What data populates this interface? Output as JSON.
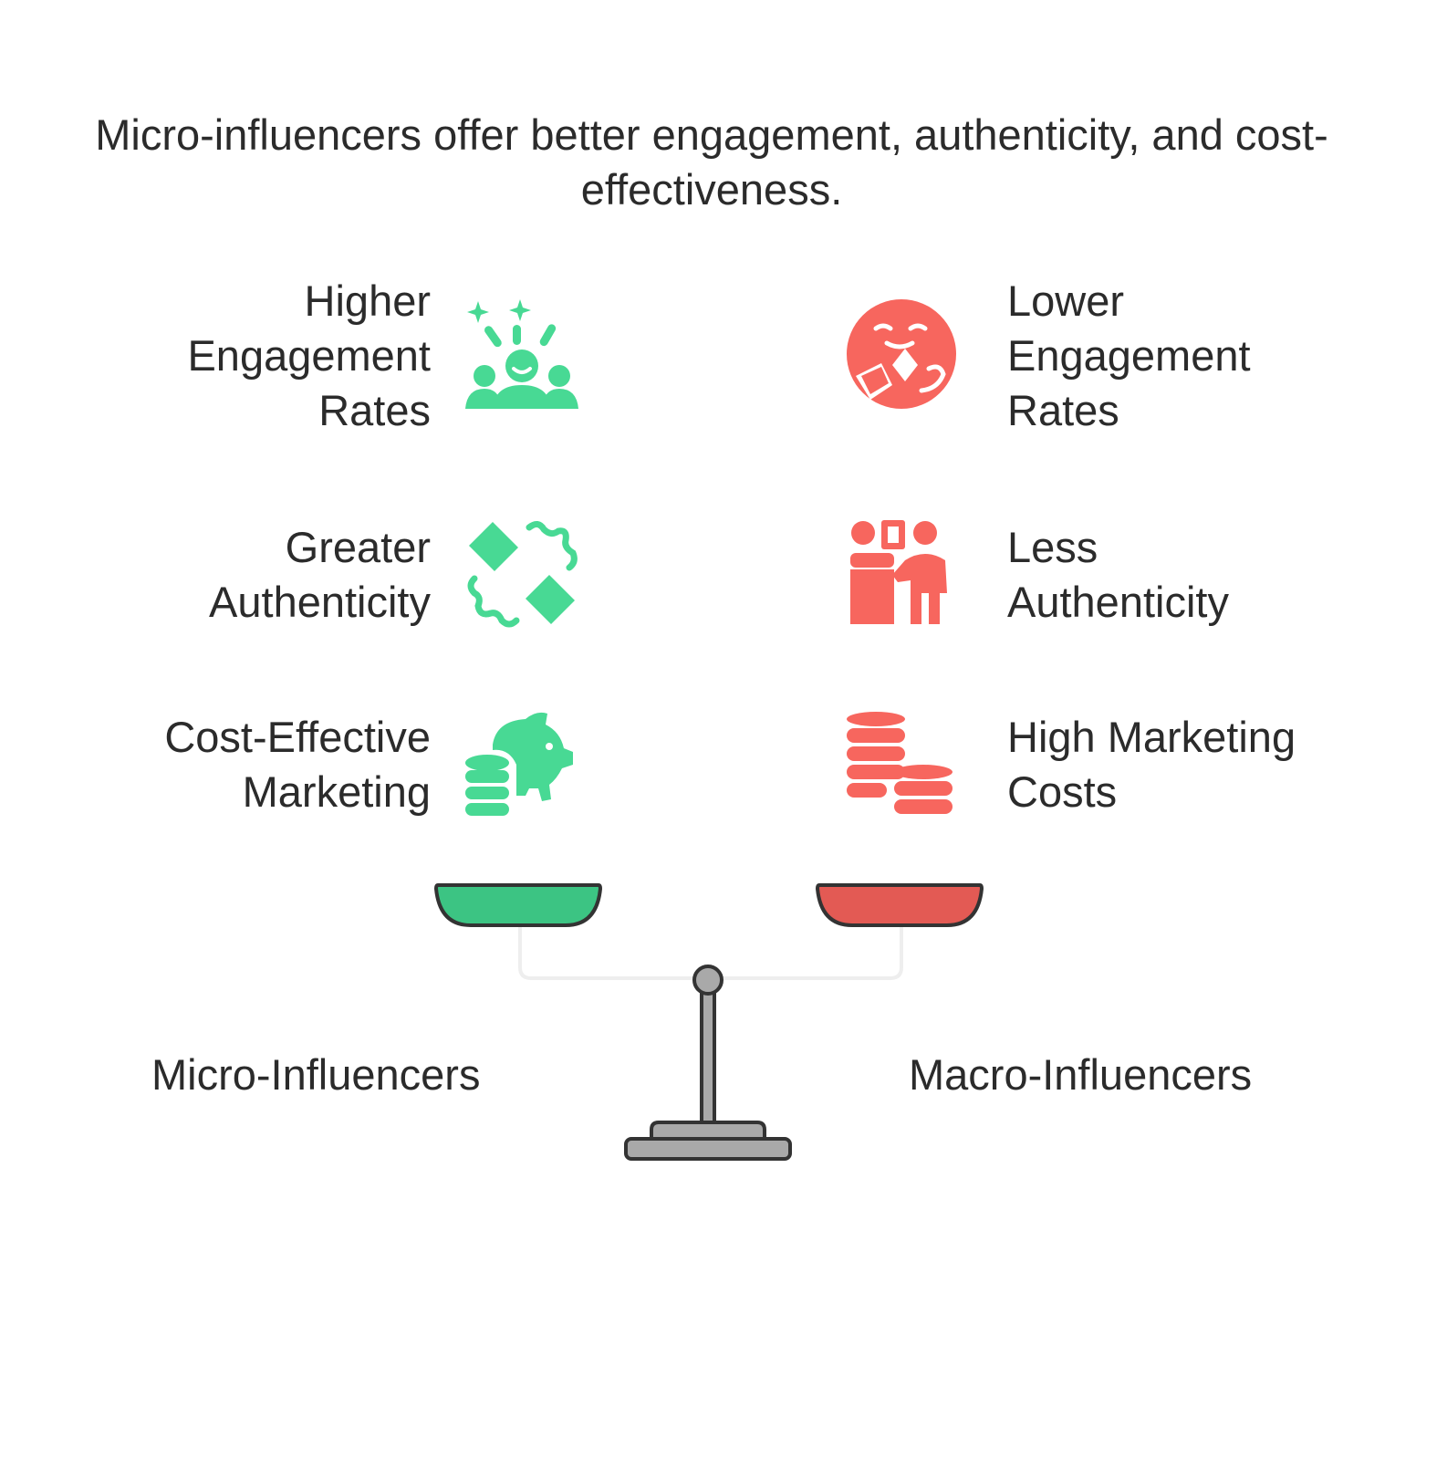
{
  "title": "Micro-influencers offer better engagement, authenticity, and cost-effectiveness.",
  "colors": {
    "positive": "#48d994",
    "positive_pan": "#3cc483",
    "negative": "#f7665e",
    "negative_pan": "#e35a54",
    "scale_gray": "#a9a9a9",
    "outline": "#333333",
    "text": "#2b2b2b"
  },
  "left": {
    "group": "Micro-Influencers",
    "items": [
      {
        "lines": [
          "Higher",
          "Engagement",
          "Rates"
        ],
        "icon": "cheering-crowd-icon"
      },
      {
        "lines": [
          "Greater",
          "Authenticity"
        ],
        "icon": "handshake-icon"
      },
      {
        "lines": [
          "Cost-Effective",
          "Marketing"
        ],
        "icon": "piggy-bank-coins-icon"
      }
    ]
  },
  "right": {
    "group": "Macro-Influencers",
    "items": [
      {
        "lines": [
          "Lower",
          "Engagement",
          "Rates"
        ],
        "icon": "bored-face-book-icon"
      },
      {
        "lines": [
          "Less",
          "Authenticity"
        ],
        "icon": "presenter-board-icon"
      },
      {
        "lines": [
          "High Marketing",
          "Costs"
        ],
        "icon": "coin-stacks-icon"
      }
    ]
  }
}
